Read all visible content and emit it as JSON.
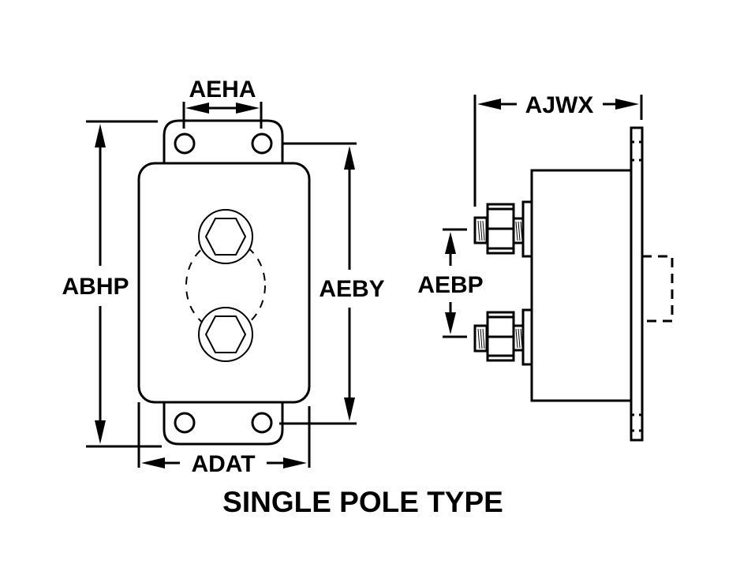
{
  "caption": "SINGLE POLE TYPE",
  "front_view": {
    "dimensions": {
      "hole_spacing": "AEHA",
      "overall_height": "ABHP",
      "hole_vertical_spacing": "AEBY",
      "body_width": "ADAT"
    }
  },
  "side_view": {
    "dimensions": {
      "overall_depth": "AJWX",
      "terminal_spacing": "AEBP"
    }
  }
}
